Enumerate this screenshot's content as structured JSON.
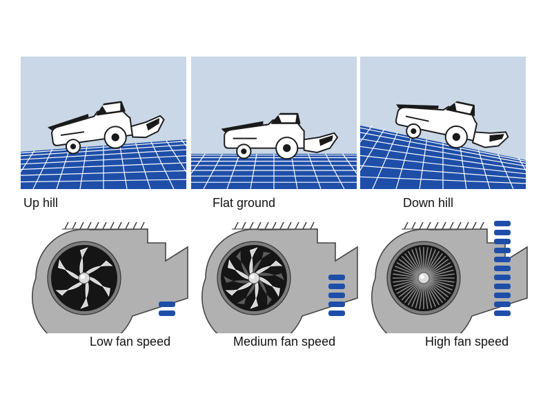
{
  "colors": {
    "sky": "#c9d7e6",
    "grid": "#1e4ea8",
    "housing": "#b1b1b1",
    "indicator": "#1e4ea8",
    "machine_dark": "#1a1a1a"
  },
  "terrain": [
    {
      "label": "Up hill",
      "slope": "up"
    },
    {
      "label": "Flat ground",
      "slope": "flat"
    },
    {
      "label": "Down hill",
      "slope": "down"
    }
  ],
  "fans": [
    {
      "label": "Low fan speed",
      "speed": "low",
      "indicator_bars": 2
    },
    {
      "label": "Medium fan speed",
      "speed": "medium",
      "indicator_bars": 5
    },
    {
      "label": "High fan speed",
      "speed": "high",
      "indicator_bars": 11
    }
  ]
}
